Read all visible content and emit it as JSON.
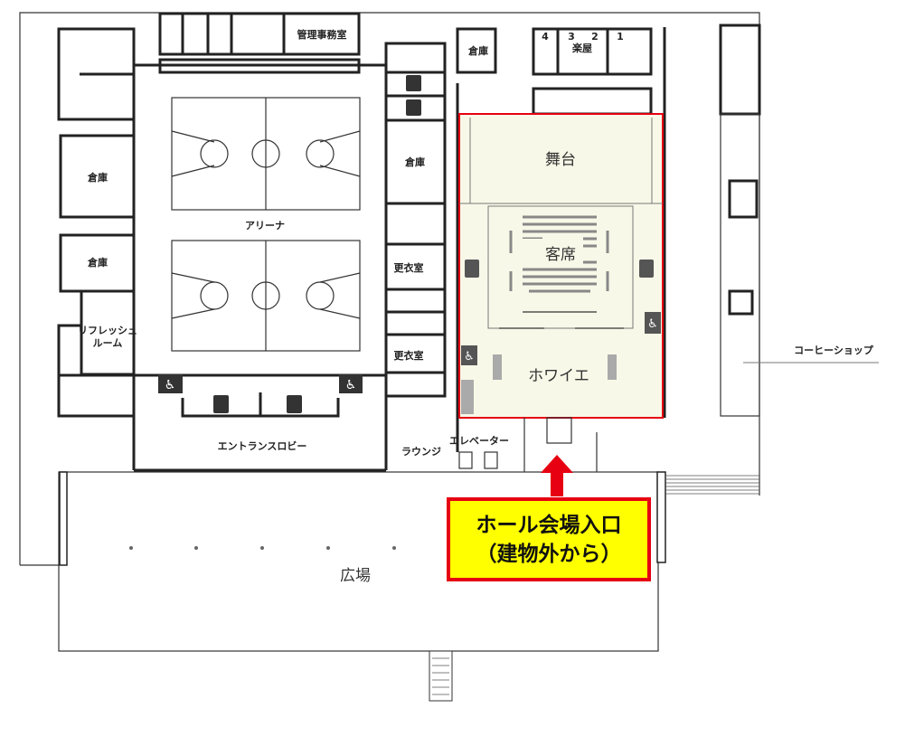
{
  "colors": {
    "highlight_border": "#e60012",
    "highlight_fill": "#f8f8e8",
    "callout_fill": "#ffff00",
    "arrow": "#e60012"
  },
  "rooms": {
    "admin_office": "管理事務室",
    "storage": "倉庫",
    "arena": "アリーナ",
    "refresh_room_line1": "リフレッシュ",
    "refresh_room_line2": "ルーム",
    "locker_room": "更衣室",
    "entrance_lobby": "エントランスロビー",
    "lounge": "ラウンジ",
    "elevator": "エレベーター",
    "dressing_room": "楽屋",
    "dressing_numbers": [
      "4",
      "3",
      "2",
      "1"
    ],
    "coffee_shop": "コーヒーショップ",
    "plaza": "広場"
  },
  "hall": {
    "stage": "舞台",
    "seats": "客席",
    "foyer": "ホワイエ"
  },
  "callout": {
    "line1": "ホール会場入口",
    "line2": "（建物外から）"
  },
  "icons": [
    "restroom-icon",
    "wheelchair-icon",
    "elevator-icon",
    "arrow-up-icon"
  ]
}
